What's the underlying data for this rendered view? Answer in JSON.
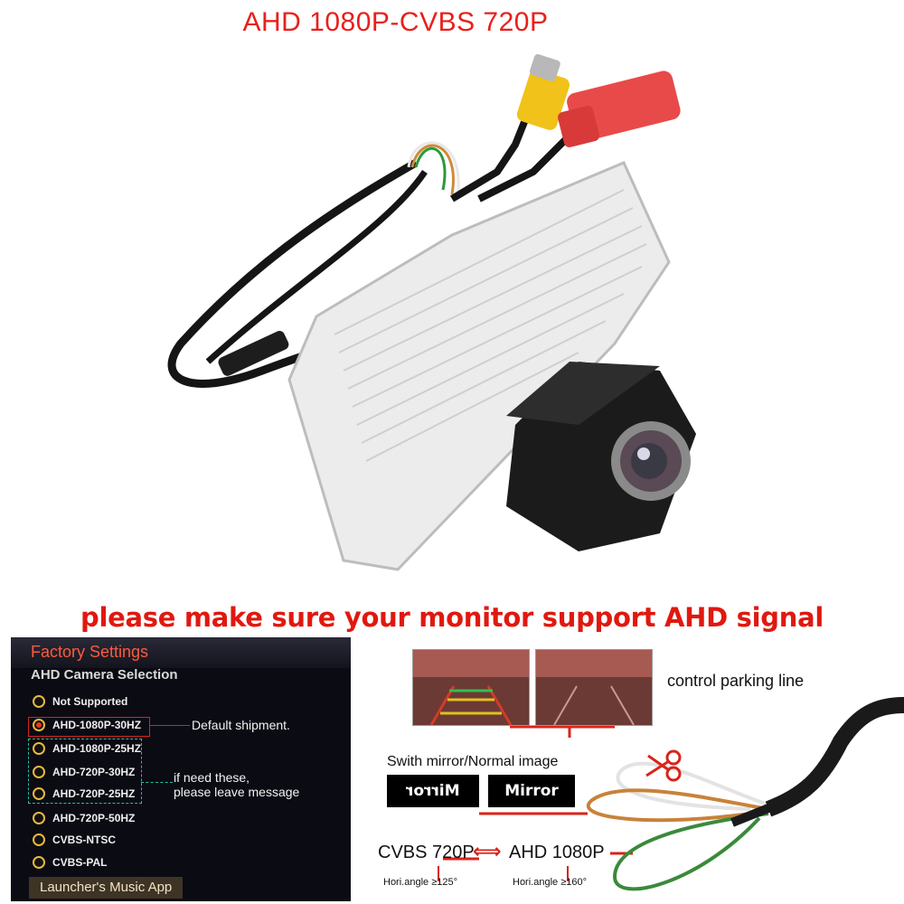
{
  "banner": {
    "title": "AHD 1080P-CVBS 720P",
    "headline": "please make sure your monitor support AHD signal"
  },
  "settings": {
    "title": "Factory Settings",
    "subtitle": "AHD Camera Selection",
    "options": [
      {
        "label": "Not Supported",
        "selected": false
      },
      {
        "label": "AHD-1080P-30HZ",
        "selected": true
      },
      {
        "label": "AHD-1080P-25HZ",
        "selected": false
      },
      {
        "label": "AHD-720P-30HZ",
        "selected": false
      },
      {
        "label": "AHD-720P-25HZ",
        "selected": false
      },
      {
        "label": "AHD-720P-50HZ",
        "selected": false
      },
      {
        "label": "CVBS-NTSC",
        "selected": false
      },
      {
        "label": "CVBS-PAL",
        "selected": false
      }
    ],
    "launcher": "Launcher's Music App",
    "default_note": "Default shipment.",
    "need_note_line1": "if need these,",
    "need_note_line2": "please leave message"
  },
  "wiring": {
    "control_label": "control parking line",
    "switch_label": "Swith mirror/Normal image",
    "mirror_flipped": "Mirror",
    "mirror_normal": "Mirror",
    "cvbs_label": "CVBS 720P",
    "ahd_label": "AHD 1080P",
    "swap_symbol": "⟺",
    "cvbs_angle": "Hori.angle ≥125°",
    "ahd_angle": "Hori.angle ≥160°"
  },
  "colors": {
    "red": "#e1180f",
    "panel_bg": "#0b0b14",
    "accent_teal": "#20c0a0"
  },
  "icons": [
    "scissors-icon",
    "radio-icon",
    "camera-product-image"
  ]
}
